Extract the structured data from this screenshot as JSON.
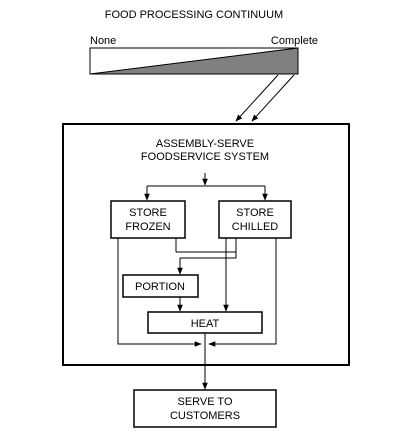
{
  "continuum": {
    "title": "FOOD PROCESSING CONTINUUM",
    "left_label": "None",
    "right_label": "Complete"
  },
  "system": {
    "title_line1": "ASSEMBLY-SERVE",
    "title_line2": "FOODSERVICE SYSTEM"
  },
  "nodes": {
    "store_frozen": [
      "STORE",
      "FROZEN"
    ],
    "store_chilled": [
      "STORE",
      "CHILLED"
    ],
    "portion": "PORTION",
    "heat": "HEAT",
    "serve": [
      "SERVE TO",
      "CUSTOMERS"
    ]
  },
  "colors": {
    "wedge_fill": "#808080",
    "line": "#000000",
    "background": "#ffffff"
  }
}
